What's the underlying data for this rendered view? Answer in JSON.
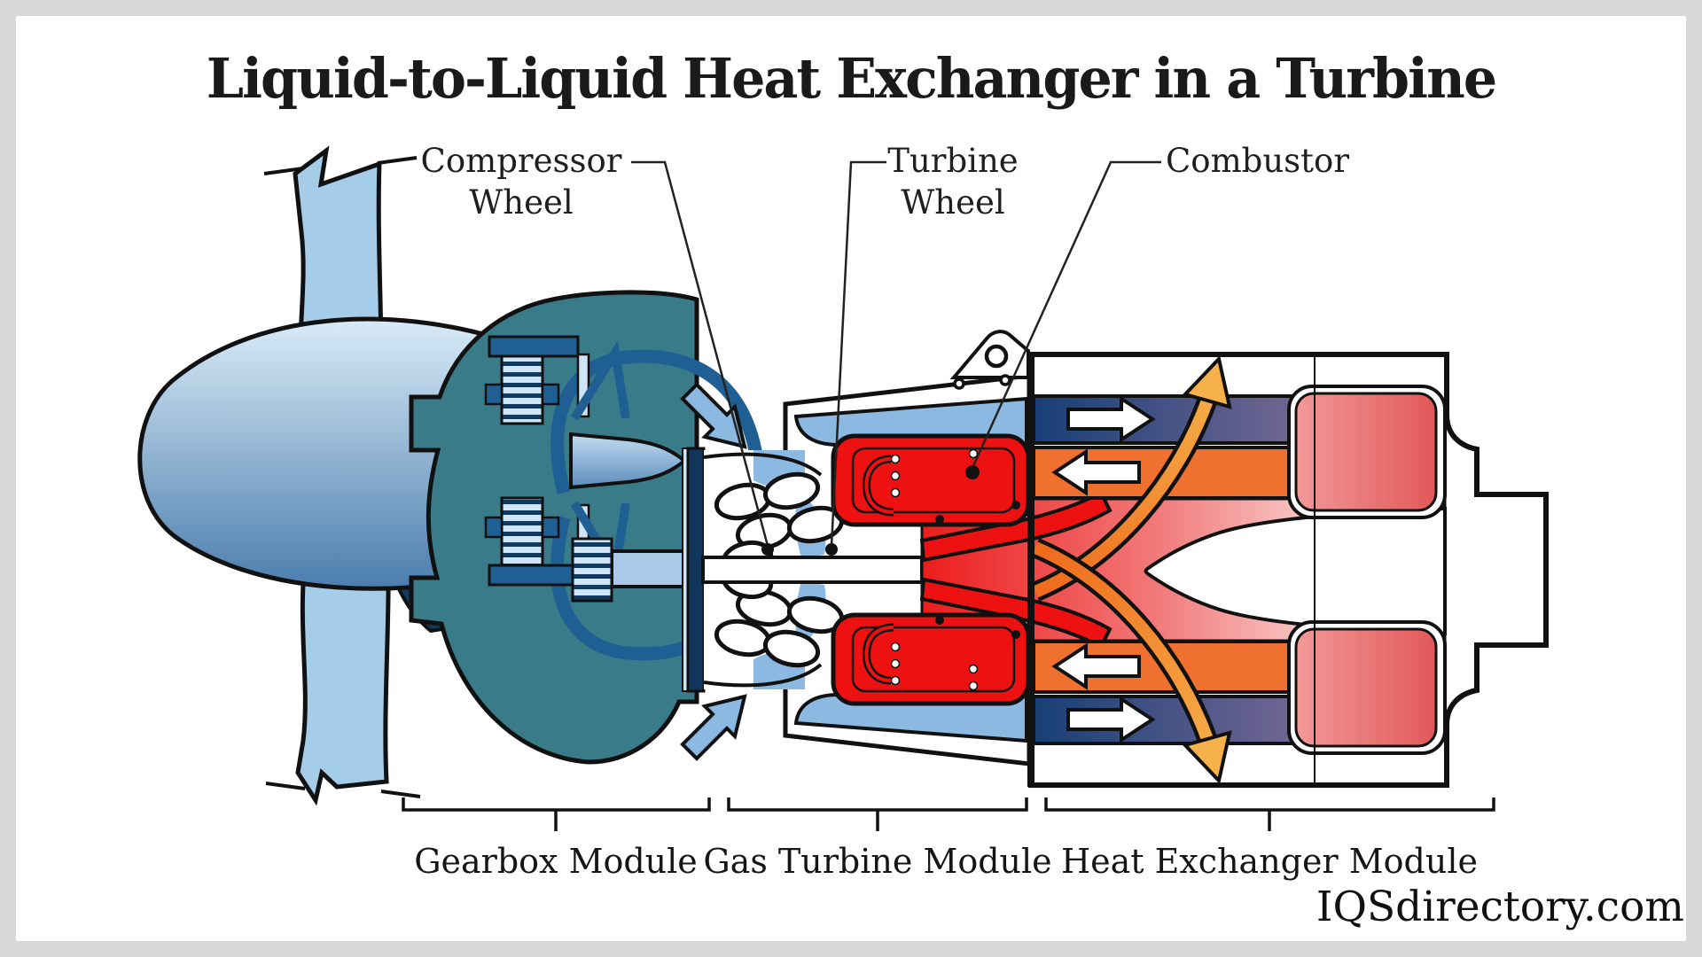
{
  "title": "Liquid-to-Liquid Heat Exchanger in a Turbine",
  "callouts": {
    "compressor_wheel": {
      "line1": "Compressor",
      "line2": "Wheel"
    },
    "turbine_wheel": {
      "line1": "Turbine",
      "line2": "Wheel"
    },
    "combustor": {
      "label": "Combustor"
    }
  },
  "modules": {
    "gearbox": "Gearbox Module",
    "gas_turbine": "Gas Turbine Module",
    "heat_exchanger": "Heat Exchanger Module"
  },
  "watermark": "IQSdirectory.com",
  "colors": {
    "frame_gray": "#d7d7d7",
    "canvas_white": "#ffffff",
    "outline_black": "#111111",
    "propeller_blue": "#a5cde9",
    "spinner_dark_blue": "#4b7dad",
    "gearbox_teal": "#3a7b8a",
    "structure_blue": "#1f5f94",
    "gear_light_blue": "#cfe4f4",
    "lining_blue": "#8cb9e2",
    "combustor_red": "#ee1111",
    "hot_channel_orange": "#f07030",
    "cold_channel_navy": "#1c4c86",
    "warm_channel_purple": "#7b6a96",
    "tube_pink": "#e96a6a",
    "flow_arrow_orange": "#f5a843",
    "accent_orange": "#f5a020"
  }
}
